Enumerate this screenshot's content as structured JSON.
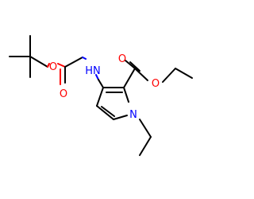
{
  "diagram": {
    "type": "chemical-structure",
    "colors": {
      "bond": "#000000",
      "oxygen": "#ff0000",
      "nitrogen": "#0000ff",
      "background": "#ffffff"
    },
    "atom_labels": {
      "boc_ester_o": "O",
      "boc_carbonyl_o": "O",
      "nh": "HN",
      "ester_carbonyl_o": "O",
      "ester_o": "O",
      "ring_n": "N"
    }
  }
}
